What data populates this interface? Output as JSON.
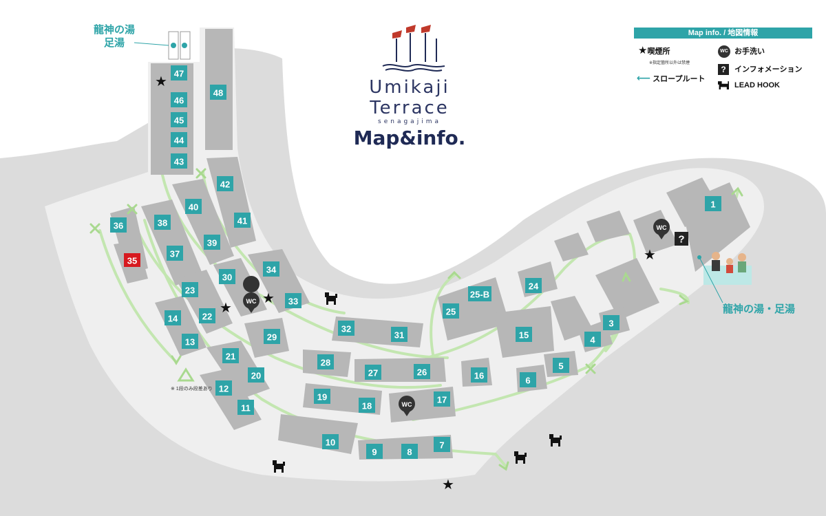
{
  "title": {
    "line1": "Umikaji",
    "line2": "Terrace",
    "line3": "senagajima",
    "line4": "Map&info."
  },
  "legend": {
    "header": "Map info. / 地図情報",
    "smoking": "喫煙所",
    "smoking_note": "※指定箇所以外は禁煙",
    "slope": "スロープルート",
    "handwash": "お手洗い",
    "info": "インフォメーション",
    "leadhook": "LEAD HOOK",
    "wc": "WC",
    "q": "?"
  },
  "callouts": {
    "footbath_top_line1": "龍神の湯",
    "footbath_top_line2": "足湯",
    "footbath_right": "龍神の湯・足湯"
  },
  "notes": {
    "one_step": "※ 1段のみ段差あり"
  },
  "colors": {
    "unit": "#2ea4a8",
    "unit_special": "#d7191f",
    "building": "#b7b7b7",
    "terrace": "#efefef",
    "sea_band": "#dcdcdc",
    "route": "#c3e6b0",
    "accent": "#2ea4a8"
  },
  "units": [
    {
      "label": "47"
    },
    {
      "label": "46"
    },
    {
      "label": "45"
    },
    {
      "label": "44"
    },
    {
      "label": "43"
    },
    {
      "label": "48"
    },
    {
      "label": "42"
    },
    {
      "label": "41"
    },
    {
      "label": "40"
    },
    {
      "label": "39"
    },
    {
      "label": "38"
    },
    {
      "label": "37"
    },
    {
      "label": "36"
    },
    {
      "label": "35",
      "special": true
    },
    {
      "label": "34"
    },
    {
      "label": "33"
    },
    {
      "label": "32"
    },
    {
      "label": "31"
    },
    {
      "label": "30"
    },
    {
      "label": "29"
    },
    {
      "label": "28"
    },
    {
      "label": "27"
    },
    {
      "label": "26"
    },
    {
      "label": "25"
    },
    {
      "label": "25-B"
    },
    {
      "label": "24"
    },
    {
      "label": "23"
    },
    {
      "label": "22"
    },
    {
      "label": "21"
    },
    {
      "label": "20"
    },
    {
      "label": "19"
    },
    {
      "label": "18"
    },
    {
      "label": "17"
    },
    {
      "label": "16"
    },
    {
      "label": "15"
    },
    {
      "label": "14"
    },
    {
      "label": "13"
    },
    {
      "label": "12"
    },
    {
      "label": "11"
    },
    {
      "label": "10"
    },
    {
      "label": "9"
    },
    {
      "label": "8"
    },
    {
      "label": "7"
    },
    {
      "label": "6"
    },
    {
      "label": "5"
    },
    {
      "label": "4"
    },
    {
      "label": "3"
    },
    {
      "label": "1"
    }
  ]
}
